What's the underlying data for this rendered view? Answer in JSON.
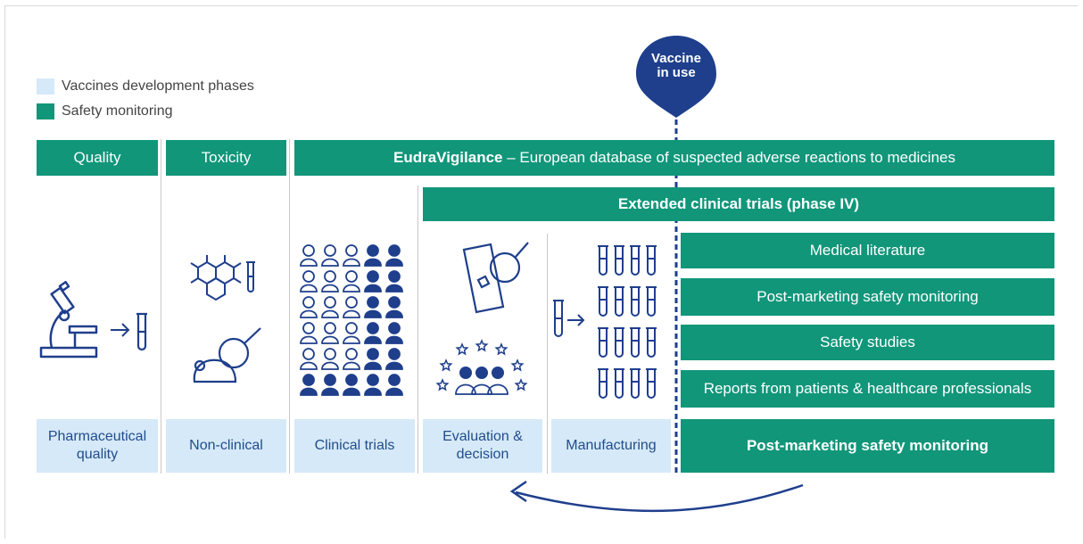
{
  "legend": [
    {
      "label": "Vaccines development phases",
      "color": "#d6e9f8"
    },
    {
      "label": "Safety monitoring",
      "color": "#11967a"
    }
  ],
  "pin": {
    "label_line1": "Vaccine",
    "label_line2": "in use",
    "color": "#1f3f8c"
  },
  "top_bars": {
    "quality": "Quality",
    "toxicity": "Toxicity",
    "eudra_bold": "EudraVigilance",
    "eudra_rest": " – European database of suspected adverse reactions to medicines",
    "extended": "Extended clinical trials (phase IV)"
  },
  "monitoring_sources": [
    "Medical literature",
    "Post-marketing safety monitoring",
    "Safety studies",
    "Reports from patients & healthcare professionals"
  ],
  "phases": {
    "pharma": "Pharmaceutical quality",
    "nonclinical": "Non-clinical",
    "clinical": "Clinical trials",
    "evaluation": "Evaluation & decision",
    "manufacturing": "Manufacturing",
    "post_marketing": "Post-marketing safety monitoring"
  },
  "colors": {
    "green": "#11967a",
    "light_blue": "#d6e9f8",
    "navy": "#1f3f8c",
    "dark_text": "#1f4d8c"
  },
  "icons": [
    "microscope-icon",
    "test-tube-icon",
    "molecule-icon",
    "mouse-magnifier-icon",
    "people-grid-icon",
    "document-magnifier-icon",
    "experts-stars-icon",
    "test-tube-rack-icon",
    "feedback-arrow-icon"
  ]
}
